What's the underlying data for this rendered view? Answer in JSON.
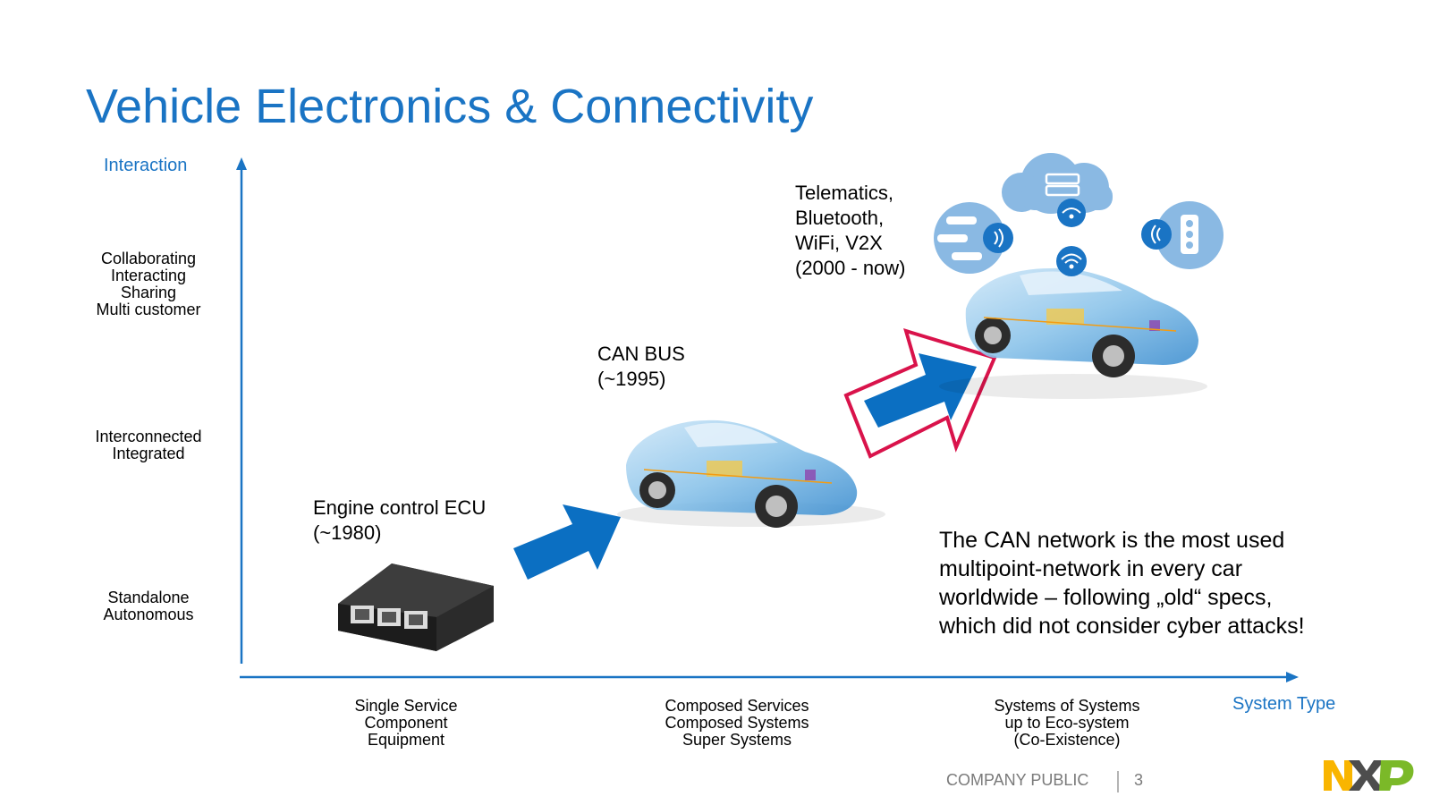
{
  "slide": {
    "title": "Vehicle Electronics & Connectivity",
    "y_axis_label": "Interaction",
    "x_axis_label": "System Type",
    "y_levels": [
      {
        "lines": [
          "Collaborating",
          "Interacting",
          "Sharing",
          "Multi customer"
        ]
      },
      {
        "lines": [
          "Interconnected",
          "Integrated"
        ]
      },
      {
        "lines": [
          "Standalone",
          "Autonomous"
        ]
      }
    ],
    "x_categories": [
      {
        "lines": [
          "Single Service",
          "Component",
          "Equipment"
        ]
      },
      {
        "lines": [
          "Composed Services",
          "Composed Systems",
          "Super Systems"
        ]
      },
      {
        "lines": [
          "Systems of Systems",
          "up to Eco-system",
          "(Co-Existence)"
        ]
      }
    ],
    "stages": [
      {
        "name": "Engine control ECU",
        "period": "(~1980)"
      },
      {
        "name": "CAN BUS",
        "period": "(~1995)"
      },
      {
        "lines": [
          "Telematics,",
          "Bluetooth,",
          "WiFi, V2X",
          "(2000 - now)"
        ]
      }
    ],
    "callout_lines": [
      "The CAN network is the most used",
      "multipoint-network in every car",
      "worldwide – following „old“ specs,",
      "which did not consider cyber attacks!"
    ],
    "footer": {
      "classification": "COMPANY PUBLIC",
      "page_number": "3"
    },
    "logo_text": "NXP"
  },
  "colors": {
    "accent_blue": "#1a74c4",
    "arrow_blue": "#0b6fc2",
    "highlight_red": "#d9134b",
    "car_light": "#8cc4ea",
    "icon_circle": "#6fa8dc",
    "logo_yellow": "#f9b500",
    "logo_green": "#7bb928"
  },
  "icons": [
    "ecu-module-icon",
    "car-can-icon",
    "car-connected-icon",
    "cloud-server-icon",
    "traffic-light-icon",
    "cars-icon",
    "wifi-icon",
    "signal-icon"
  ]
}
